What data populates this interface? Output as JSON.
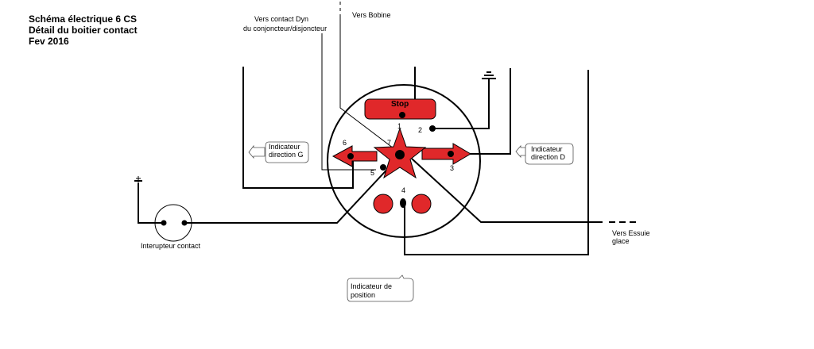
{
  "header": {
    "line1": "Schéma électrique 6 CS",
    "line2": "Détail du boitier contact",
    "line3": "Fev 2016"
  },
  "labels": {
    "dyn_line1": "Vers contact Dyn",
    "dyn_line2": "du conjoncteur/disjoncteur",
    "bobine": "Vers Bobine",
    "stop": "Stop",
    "essuie_line1": "Vers Essuie",
    "essuie_line2": "glace",
    "interrupteur": "Interupteur contact"
  },
  "callouts": {
    "ind_g_line1": "Indicateur",
    "ind_g_line2": "direction G",
    "ind_d_line1": "Indicateur",
    "ind_d_line2": "direction  D",
    "ind_pos_line1": "Indicateur de",
    "ind_pos_line2": "position"
  },
  "terminals": {
    "t1": "1",
    "t2": "2",
    "t3": "3",
    "t4": "4",
    "t5": "5",
    "t6": "6",
    "t7": "7"
  },
  "colors": {
    "red": "#e0282a",
    "wire": "#000000"
  },
  "icons": {
    "ground": "ground-icon",
    "battery": "battery-positive-icon"
  }
}
